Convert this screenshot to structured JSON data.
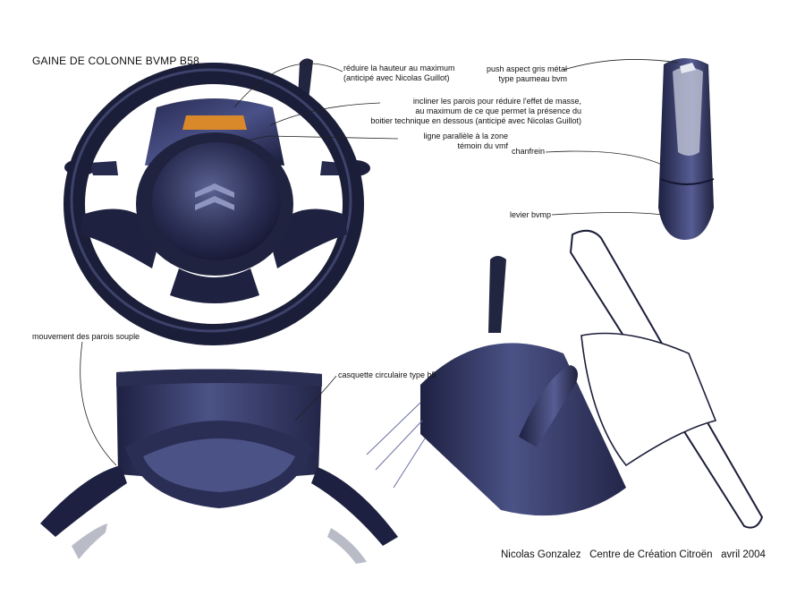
{
  "title": "GAINE DE COLONNE BVMP B58",
  "annotations": {
    "reduce_height": "réduire la hauteur au maximum\n(anticipé avec Nicolas Guillot)",
    "incline_walls": "incliner les parois pour réduire l'effet de masse,\nau maximum de ce que permet la présence du\nboitier technique en dessous (anticipé avec Nicolas Guillot)",
    "parallel_line": "ligne parallèle à la zone\ntémoin du vmf",
    "push_aspect": "push aspect gris métal\ntype paumeau bvm",
    "chanfrein": "chanfrein",
    "levier": "levier bvmp",
    "mouvement": "mouvement des parois souple",
    "casquette": "casquette circulaire type b5"
  },
  "credit": "Nicolas Gonzalez   Centre de Création Citroën   avril 2004",
  "colors": {
    "sketch_dark": "#1c1f3a",
    "sketch_mid": "#3b4275",
    "sketch_light": "#7f86b5",
    "display_orange": "#d9892a",
    "leader_line": "#222222"
  }
}
